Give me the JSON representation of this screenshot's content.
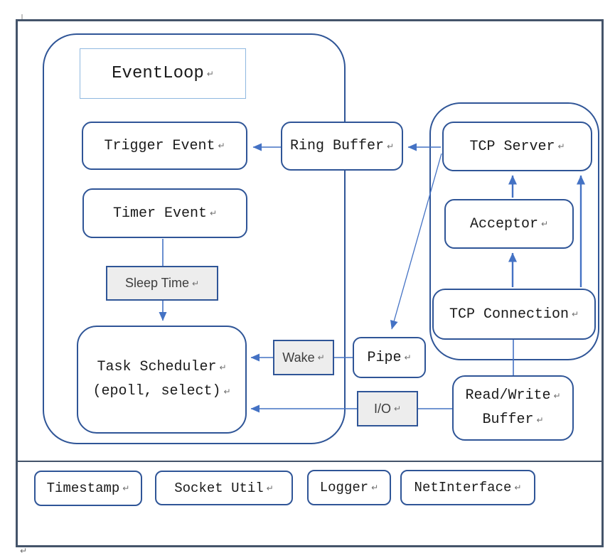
{
  "colors": {
    "outer_border": "#44546A",
    "box_border": "#2F5597",
    "title_box_border": "#8FB8E0",
    "connector_blue": "#4472C4",
    "gray_fill": "#EDEDED",
    "text": "#1A1A1A"
  },
  "marks": {
    "return": "↵"
  },
  "event_loop": {
    "title": "EventLoop"
  },
  "nodes": {
    "trigger_event": "Trigger Event",
    "timer_event": "Timer Event",
    "sleep_time": "Sleep Time",
    "task_scheduler_line1": "Task Scheduler",
    "task_scheduler_line2": "(epoll, select)",
    "ring_buffer": "Ring Buffer",
    "wake": "Wake",
    "pipe": "Pipe",
    "io": "I/O",
    "tcp_server": "TCP Server",
    "acceptor": "Acceptor",
    "tcp_connection": "TCP Connection",
    "rw_buffer_line1": "Read/Write",
    "rw_buffer_line2": "Buffer"
  },
  "utility_row": [
    {
      "label": "Timestamp"
    },
    {
      "label": "Socket Util"
    },
    {
      "label": "Logger"
    },
    {
      "label": "NetInterface"
    }
  ]
}
